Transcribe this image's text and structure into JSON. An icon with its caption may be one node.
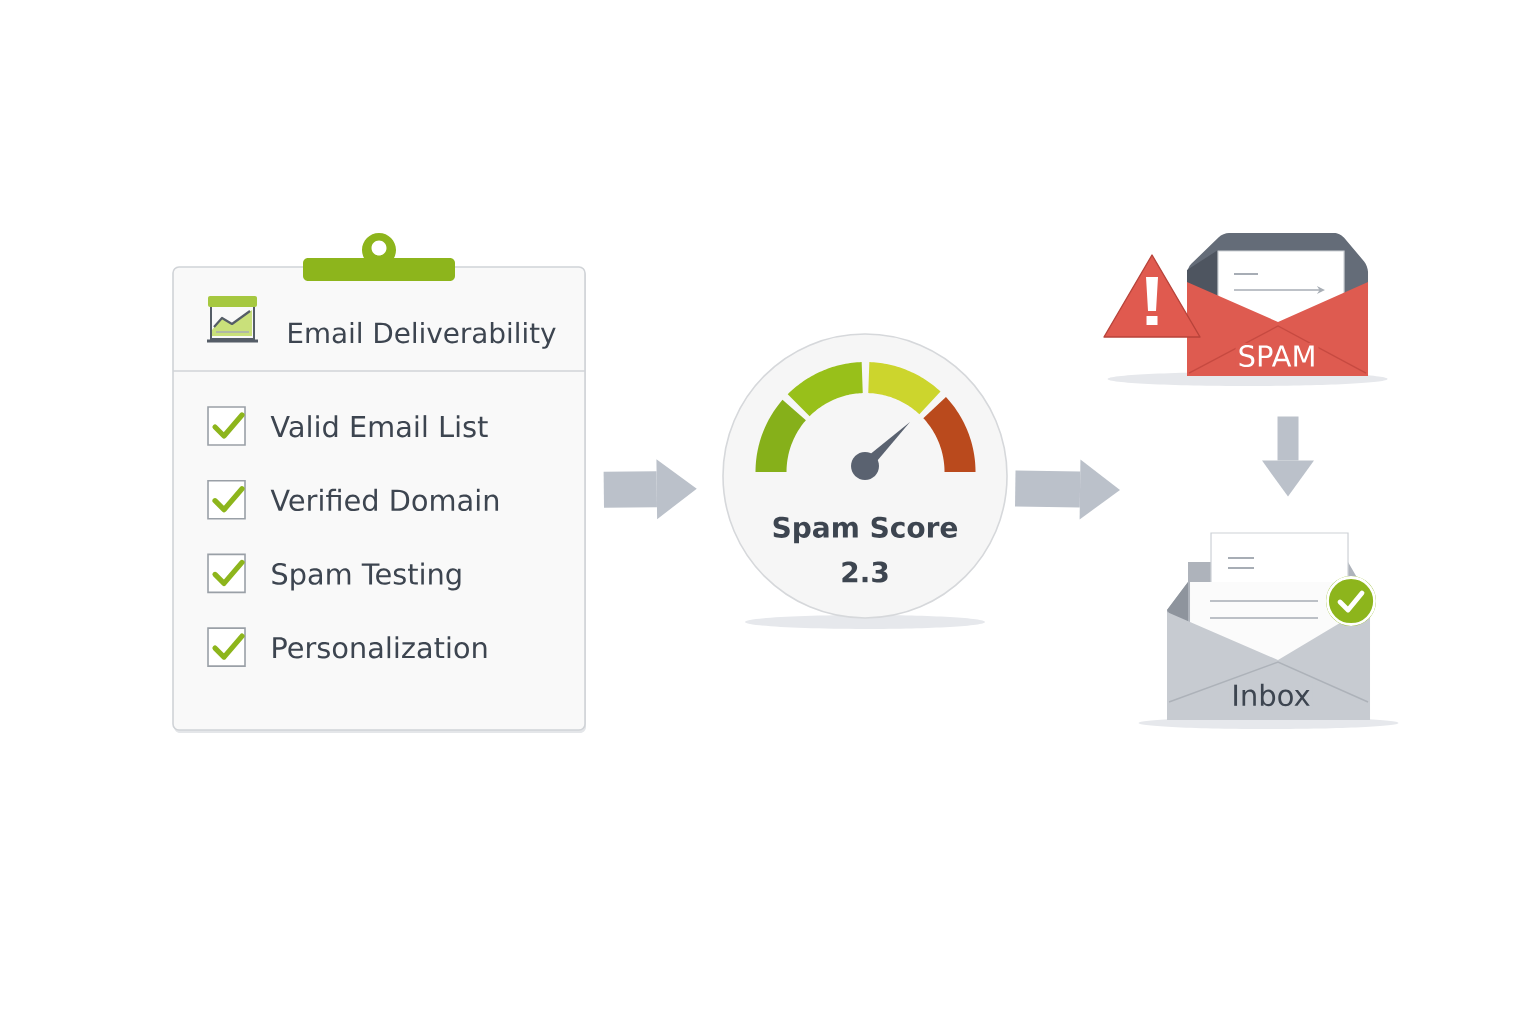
{
  "diagram": {
    "nodes": [
      {
        "text": [
          "Email Deliverability",
          "Valid Email List",
          "Verified Domain",
          "Spam Testing",
          "Personalization"
        ]
      },
      {
        "text": [
          "Spam Score",
          "2.3"
        ]
      },
      {
        "text": [
          "SPAM"
        ]
      },
      {
        "text": [
          "Inbox"
        ]
      }
    ],
    "edges": [
      {
        "from": 0,
        "to": 1,
        "arrow": "to"
      },
      {
        "from": 1,
        "to": null,
        "arrow": "to"
      },
      {
        "from": 2,
        "to": 3,
        "arrow": "to"
      }
    ]
  }
}
